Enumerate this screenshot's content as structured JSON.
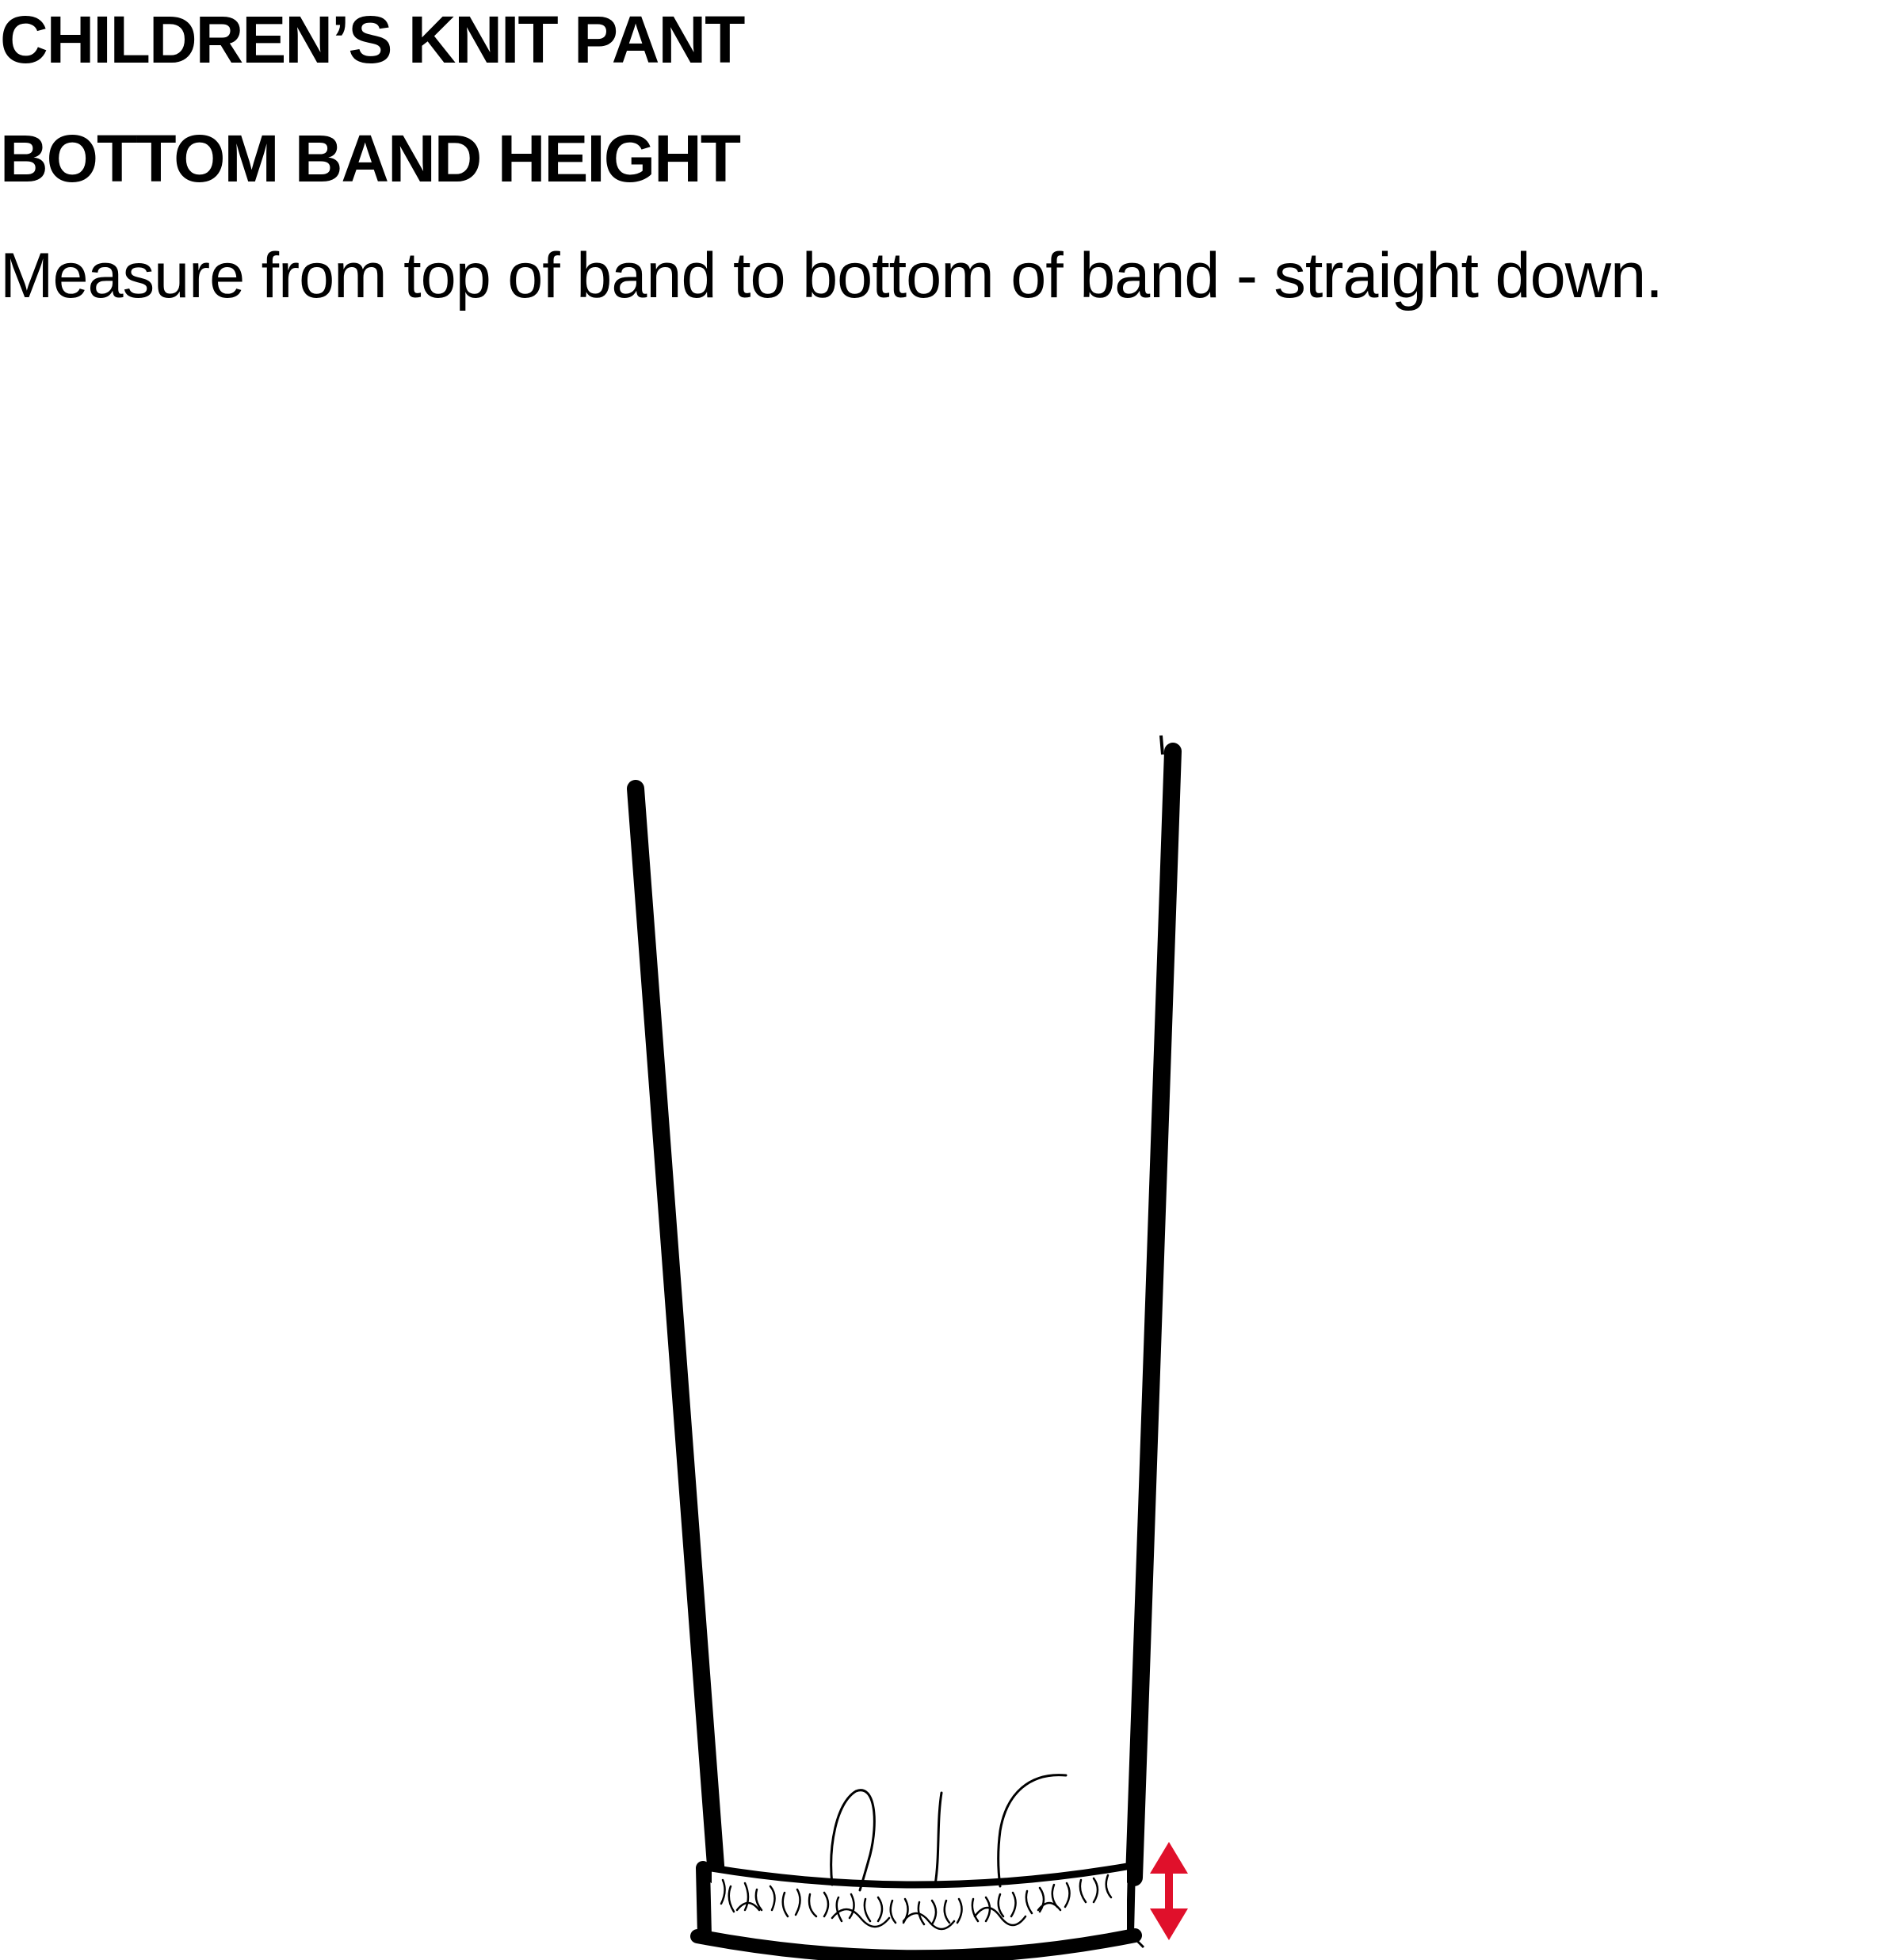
{
  "header": {
    "title": "CHILDREN’S KNIT PANT",
    "subtitle": "BOTTOM BAND HEIGHT",
    "instruction": "Measure from top of band to bottom of band - straight down."
  },
  "illustration": {
    "subject": "pant leg with ribbed bottom band",
    "measurement_indicator_icon": "double-headed-arrow",
    "outline_color": "#000000",
    "indicator_color": "#e0102b"
  }
}
